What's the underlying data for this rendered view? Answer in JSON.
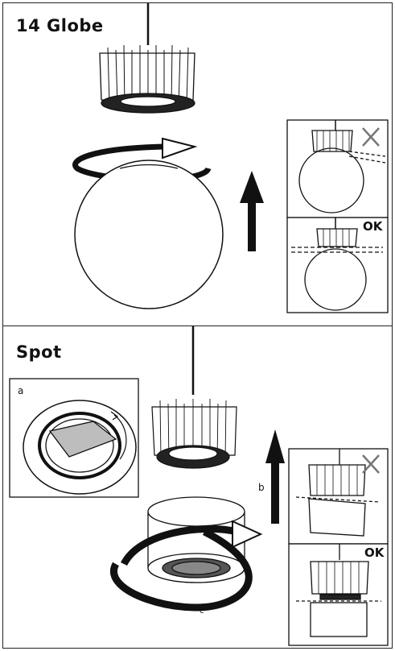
{
  "sections": {
    "top": {
      "title": "14 Globe",
      "ok_label": "OK"
    },
    "bottom": {
      "title": "Spot",
      "ok_label": "OK",
      "detail_label": "a",
      "arrow_label": "b",
      "ring_label": "c"
    }
  },
  "colors": {
    "line": "#111111",
    "accent": "#1a1a1a",
    "fill_gray": "#bdbdbd"
  }
}
